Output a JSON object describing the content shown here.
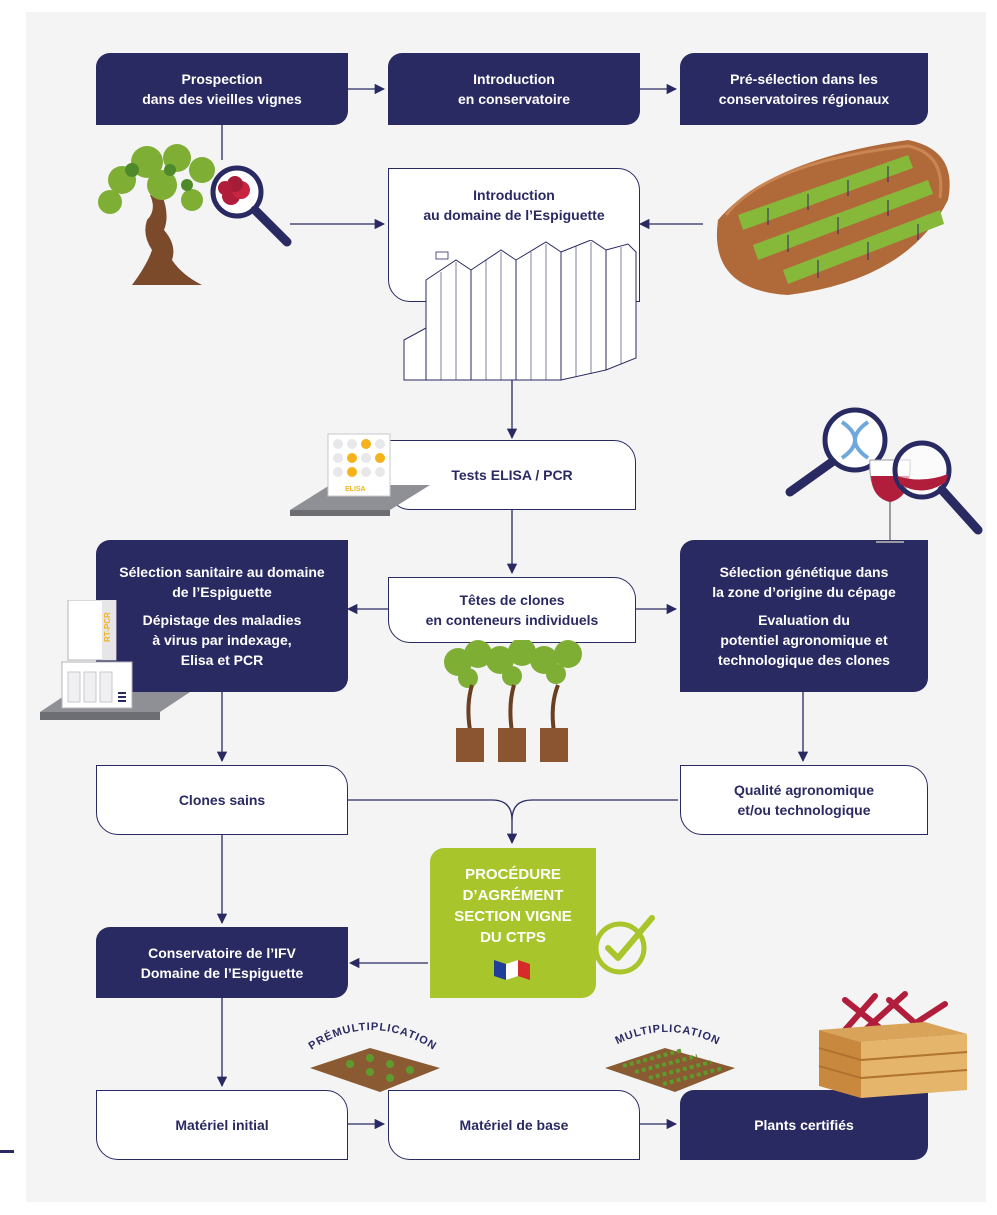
{
  "colors": {
    "navy": "#2a2a63",
    "green": "#a8c62b",
    "panel": "#f4f4f5",
    "accent": "#f5b21b",
    "wine": "#b01e3c"
  },
  "boxes": {
    "prospection": [
      "Prospection",
      "dans des vieilles vignes"
    ],
    "conservatoire": [
      "Introduction",
      "en conservatoire"
    ],
    "preselection": [
      "Pré-sélection dans les",
      "conservatoires régionaux"
    ],
    "espiguette": [
      "Introduction",
      "au domaine de l’Espiguette"
    ],
    "tests": "Tests ELISA / PCR",
    "sanitaire": [
      "Sélection sanitaire au domaine",
      "de l’Espiguette"
    ],
    "depistage": [
      "Dépistage des maladies",
      "à virus par indexage,",
      "Elisa et PCR"
    ],
    "tetes": [
      "Têtes de clones",
      "en conteneurs individuels"
    ],
    "genetique": [
      "Sélection génétique dans",
      "la zone d’origine du cépage"
    ],
    "evaluation": [
      "Evaluation du",
      "potentiel agronomique et",
      "technologique des clones"
    ],
    "clones_sains": "Clones sains",
    "qualite": [
      "Qualité agronomique",
      "et/ou technologique"
    ],
    "procedure": [
      "PROCÉDURE",
      "D’AGRÉMENT",
      "SECTION VIGNE",
      "DU CTPS"
    ],
    "ifv": [
      "Conservatoire de l’IFV",
      "Domaine de l’Espiguette"
    ],
    "materiel_initial": "Matériel initial",
    "materiel_base": "Matériel de base",
    "plants": "Plants certifiés"
  },
  "curved_labels": {
    "premultiplication": "PRÉMULTIPLICATION",
    "multiplication": "MULTIPLICATION"
  },
  "icons": {
    "vine": "vine-stock-icon",
    "magnifier": "magnifier-icon",
    "greenhouse": "greenhouse-icon",
    "vineyard": "vineyard-rows-icon",
    "elisa": "elisa-plate-icon",
    "pcr": "pcr-machine-icon",
    "pots": "potted-vines-icon",
    "dna": "dna-magnifier-icon",
    "wine": "wine-glass-icon",
    "check": "check-icon",
    "flag": "french-flag-icon",
    "plot": "soil-plot-icon",
    "crate": "wooden-crate-icon"
  },
  "printed_labels": {
    "elisa_plate": "ELISA",
    "pcr_machine": "RT-PCR"
  }
}
